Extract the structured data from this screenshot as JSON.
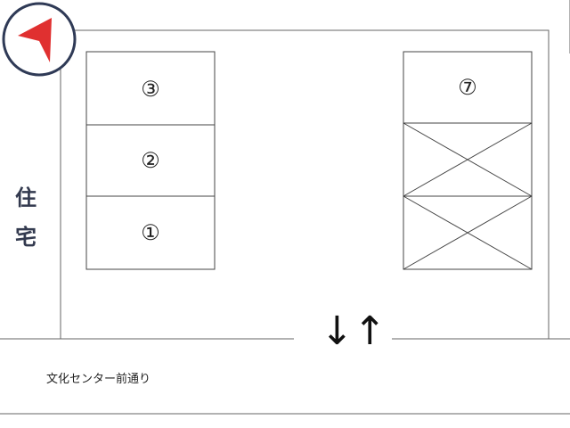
{
  "compass": {
    "icon": "north-arrow-icon",
    "ring_color": "#2f3a56",
    "arrow_color": "#e03030"
  },
  "housing_label": [
    "住",
    "宅"
  ],
  "parking_slots": [
    {
      "label": "③",
      "status": "available"
    },
    {
      "label": "②",
      "status": "available"
    },
    {
      "label": "①",
      "status": "available"
    },
    {
      "label": "⑦",
      "status": "available"
    },
    {
      "label": "",
      "status": "unavailable"
    },
    {
      "label": "",
      "status": "unavailable"
    }
  ],
  "road": {
    "name": "文化センター前通り",
    "direction_symbol": "↓↑"
  },
  "colors": {
    "line": "#555555",
    "text": "#222222",
    "housing_text": "#333a4f"
  }
}
